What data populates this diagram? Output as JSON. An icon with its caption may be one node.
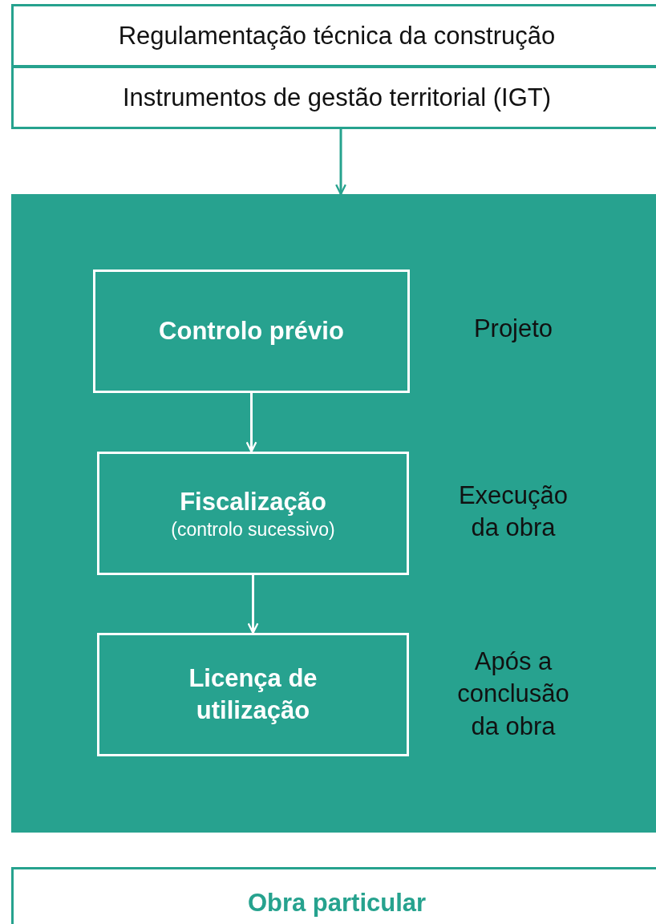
{
  "diagram": {
    "nodes": [
      {
        "text": [
          "Regulamentação técnica da construção"
        ]
      },
      {
        "text": [
          "Instrumentos de gestão territorial (IGT)"
        ]
      },
      {
        "text": [],
        "shape": "box"
      },
      {
        "text": [
          "Controlo prévio"
        ],
        "in": 2,
        "beside": [
          "Projeto"
        ]
      },
      {
        "text": [
          "Fiscalização",
          "(controlo sucessivo)"
        ],
        "in": 2,
        "beside": [
          "Execução da obra"
        ]
      },
      {
        "text": [
          "Licença de utilização"
        ],
        "in": 2,
        "beside": [
          "Após a conclusão da obra"
        ]
      },
      {
        "text": [
          "Obra particular"
        ]
      }
    ],
    "edges": [
      {
        "from": 1,
        "to": 2,
        "arrow": "to",
        "color": "#26a28e"
      },
      {
        "from": 3,
        "to": 4,
        "arrow": "to"
      },
      {
        "from": 4,
        "to": 5,
        "arrow": "to"
      }
    ]
  }
}
